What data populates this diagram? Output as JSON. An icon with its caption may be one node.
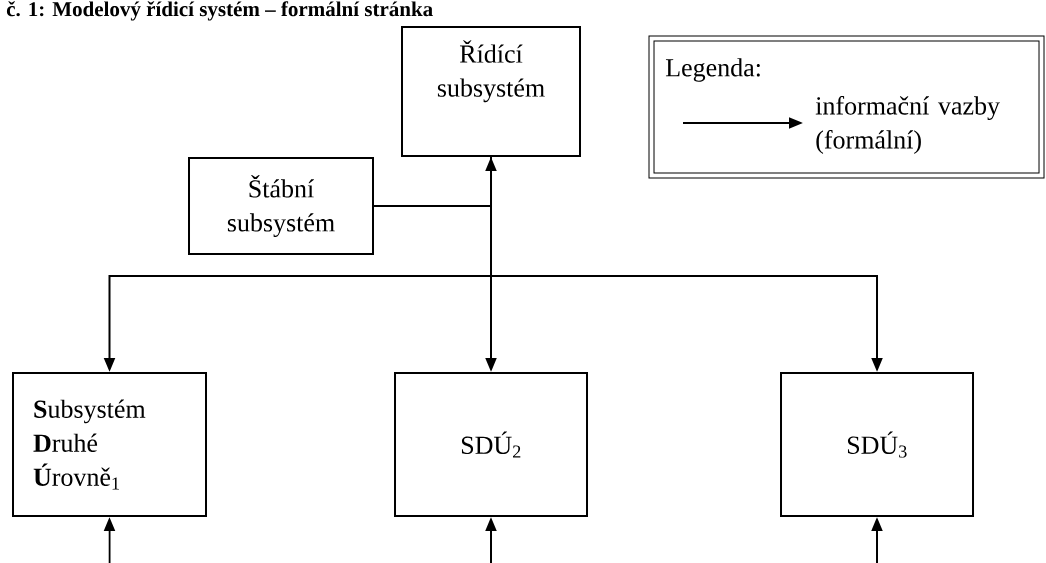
{
  "diagram": {
    "title": "č. 1: Modelový řídicí systém – formální stránka",
    "nodes": [
      {
        "text": [
          "Řídící subsystém"
        ]
      },
      {
        "text": [
          "Štábní subsystém"
        ]
      },
      {
        "text": [
          "**S**ubsystém **D**ruhé **Ú**rovně$_{1}$"
        ]
      },
      {
        "text": [
          "SDÚ$_{2}$"
        ]
      },
      {
        "text": [
          "SDÚ$_{3}$"
        ]
      }
    ],
    "edges": [
      {
        "from": 1,
        "to": 0,
        "arrow": "to"
      },
      {
        "from": 0,
        "to": 2,
        "arrow": "to"
      },
      {
        "from": 0,
        "to": 3,
        "arrow": "to"
      },
      {
        "from": 0,
        "to": 4,
        "arrow": "to"
      },
      {
        "from": null,
        "to": 2,
        "arrow": "to"
      },
      {
        "from": null,
        "to": 3,
        "arrow": "to"
      },
      {
        "from": null,
        "to": 4,
        "arrow": "to"
      }
    ],
    "labels": [
      "Legenda:"
    ],
    "legend": [
      {
        "text": "informační vazby (formální)"
      }
    ]
  }
}
